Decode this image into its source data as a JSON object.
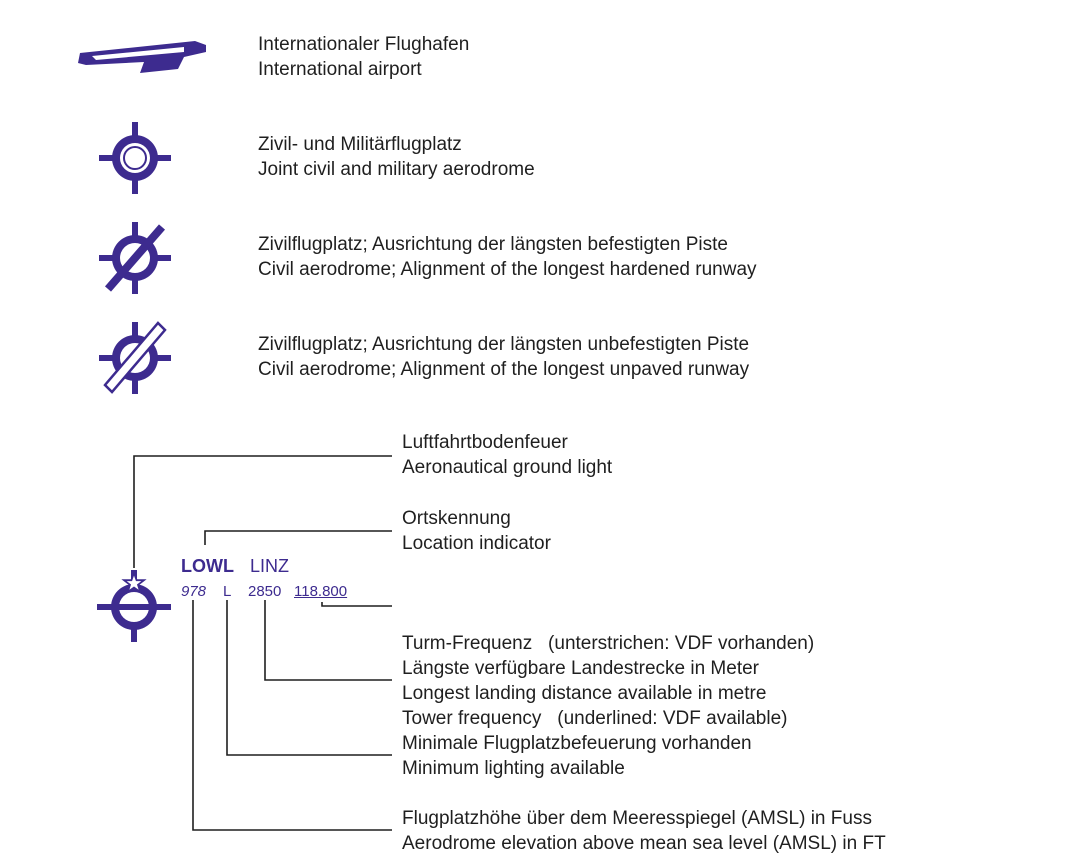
{
  "legend": [
    {
      "symbol": "international-airport-icon",
      "de": "Internationaler Flughafen",
      "en": "International airport"
    },
    {
      "symbol": "joint-civil-military-aerodrome-icon",
      "de": "Zivil- und Militärflugplatz",
      "en": "Joint civil and military aerodrome"
    },
    {
      "symbol": "civil-aerodrome-hardened-runway-icon",
      "de": "Zivilflugplatz; Ausrichtung der längsten befestigten Piste",
      "en": "Civil aerodrome; Alignment of the longest hardened runway"
    },
    {
      "symbol": "civil-aerodrome-unpaved-runway-icon",
      "de": "Zivilflugplatz; Ausrichtung der längsten unbefestigten Piste",
      "en": "Civil aerodrome; Alignment of the longest unpaved runway"
    }
  ],
  "example": {
    "icao": "LOWL",
    "name": "LINZ",
    "elevation": "978",
    "lighting": "L",
    "landing_distance": "2850",
    "frequency": "118.800"
  },
  "callouts": [
    {
      "de": "Luftfahrtbodenfeuer",
      "en": "Aeronautical ground light"
    },
    {
      "de": "Ortskennung",
      "en": "Location indicator"
    },
    {
      "de": "Turm-Frequenz   (unterstrichen: VDF vorhanden)",
      "en": "Tower frequency   (underlined: VDF available)"
    },
    {
      "de": "Längste verfügbare Landestrecke in Meter",
      "en": "Longest landing distance available in metre"
    },
    {
      "de": "Minimale Flugplatzbefeuerung vorhanden",
      "en": "Minimum lighting available"
    },
    {
      "de": "Flugplatzhöhe über dem Meeresspiegel (AMSL) in Fuss",
      "en": "Aerodrome elevation above mean sea level (AMSL) in FT"
    }
  ],
  "colors": {
    "symbol": "#3d2b8f",
    "text": "#1f1f1f",
    "leader": "#1f1f1f"
  }
}
